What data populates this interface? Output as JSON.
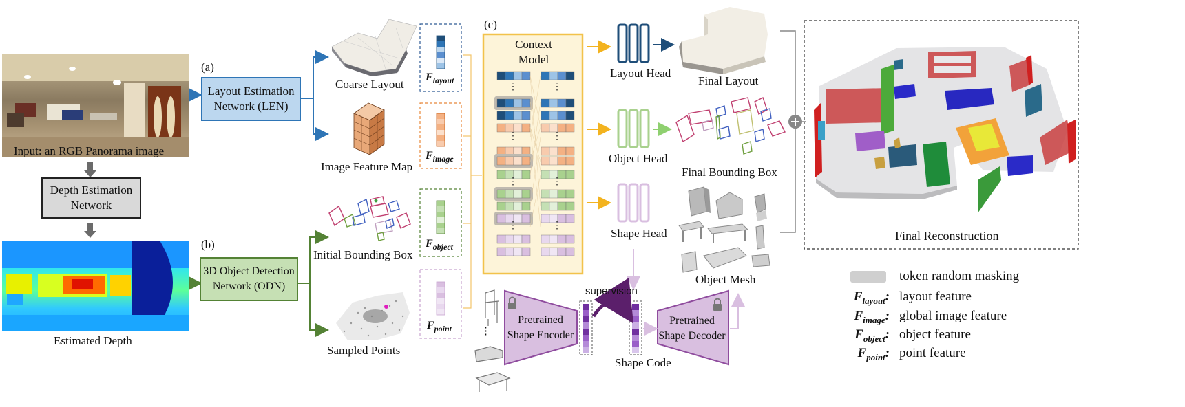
{
  "labels": {
    "input": "Input: an RGB Panorama image",
    "depth_net": "Depth Estimation\nNetwork",
    "estimated_depth": "Estimated Depth",
    "tag_a": "(a)",
    "tag_b": "(b)",
    "tag_c": "(c)",
    "len": "Layout Estimation\nNetwork (LEN)",
    "odn": "3D Object Detection\nNetwork (ODN)",
    "coarse_layout": "Coarse Layout",
    "image_feature_map": "Image Feature Map",
    "initial_bbox": "Initial Bounding Box",
    "sampled_points": "Sampled Points",
    "context_model": "Context\nModel",
    "layout_head": "Layout Head",
    "object_head": "Object Head",
    "shape_head": "Shape Head",
    "final_layout": "Final Layout",
    "final_bbox": "Final Bounding Box",
    "object_mesh": "Object Mesh",
    "final_reconstruction": "Final Reconstruction",
    "supervision": "supervision",
    "shape_encoder": "Pretrained\nShape Encoder",
    "shape_decoder": "Pretrained\nShape Decoder",
    "shape_code": "Shape Code",
    "ellipsis": "⋮"
  },
  "features": {
    "layout": {
      "base": "F",
      "sub": "layout"
    },
    "image": {
      "base": "F",
      "sub": "image"
    },
    "object": {
      "base": "F",
      "sub": "object"
    },
    "point": {
      "base": "F",
      "sub": "point"
    }
  },
  "legend": {
    "mask_text": "token random masking",
    "items": [
      {
        "base": "F",
        "sub": "layout",
        "sep": ":",
        "text": "layout feature"
      },
      {
        "base": "F",
        "sub": "image",
        "sep": ":",
        "text": "global image feature"
      },
      {
        "base": "F",
        "sub": "object",
        "sep": ":",
        "text": "object feature"
      },
      {
        "base": "F",
        "sub": "point",
        "sep": ":",
        "text": "point feature"
      }
    ]
  },
  "colors": {
    "layout": "#2e5b95",
    "image": "#e8883a",
    "object": "#6aaa4f",
    "point": "#c7a3cf",
    "shape": "#8f4c9e",
    "context_bg": "#fdf4d9",
    "context_border": "#f2c24b",
    "len_fill": "#bcd7ef",
    "len_border": "#2e75b6",
    "odn_fill": "#c6e0b4",
    "odn_border": "#548235",
    "arrow_yellow": "#f3b31f",
    "mask_gray": "#cfcfcf"
  }
}
